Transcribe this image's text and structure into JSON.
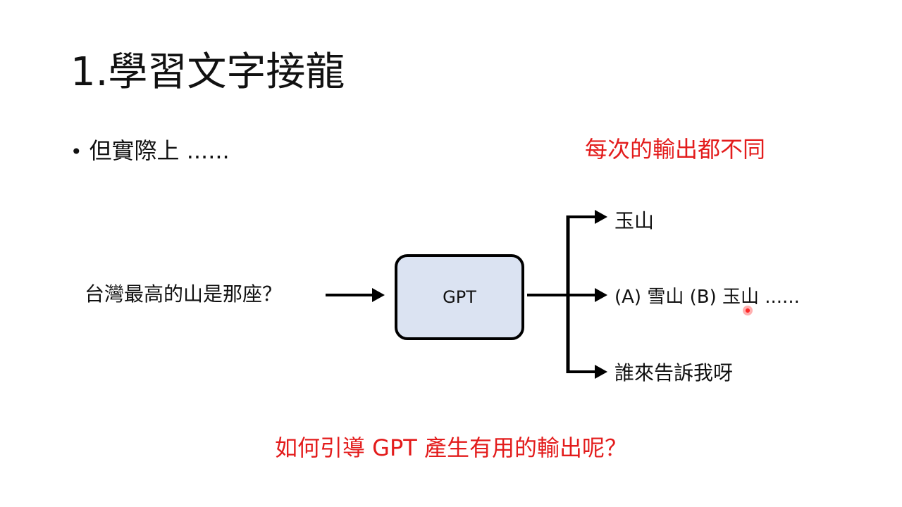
{
  "slide": {
    "title": "1.學習文字接龍",
    "bullet": "但實際上 ......",
    "bullet_symbol": "•",
    "note_top": "每次的輸出都不同",
    "note_bottom": "如何引導 GPT 產生有用的輸出呢？"
  },
  "diagram": {
    "input": "台灣最高的山是那座？",
    "model_label": "GPT",
    "outputs": [
      "玉山",
      "(A) 雪山 (B) 玉山 ......",
      "誰來告訴我呀"
    ]
  },
  "colors": {
    "accent_red": "#e31c1c",
    "box_fill": "#dbe3f2",
    "stroke": "#000000"
  }
}
